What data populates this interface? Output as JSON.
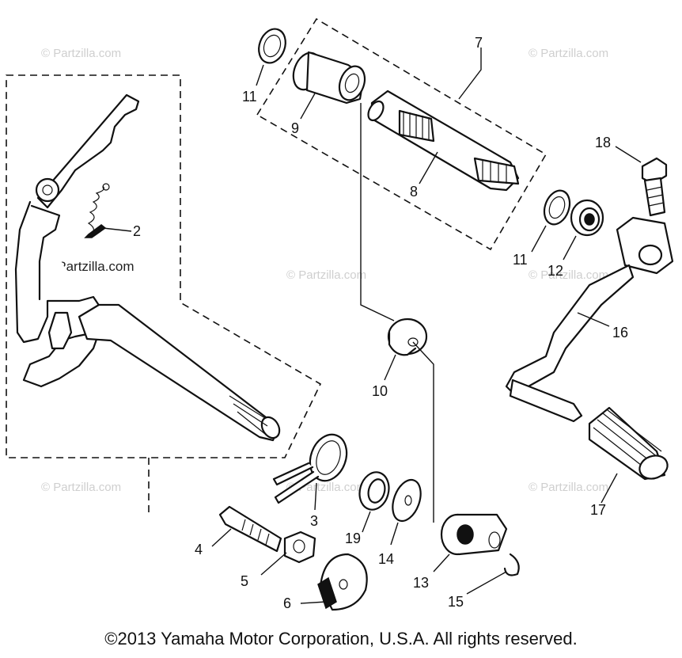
{
  "watermark": {
    "text": "© Partzilla.com",
    "strong_text": "© Partzilla.com"
  },
  "parts": [
    {
      "label": "2"
    },
    {
      "label": "3"
    },
    {
      "label": "4"
    },
    {
      "label": "5"
    },
    {
      "label": "6"
    },
    {
      "label": "7"
    },
    {
      "label": "8"
    },
    {
      "label": "9"
    },
    {
      "label": "10"
    },
    {
      "label": "11"
    },
    {
      "label": "11"
    },
    {
      "label": "12"
    },
    {
      "label": "13"
    },
    {
      "label": "14"
    },
    {
      "label": "15"
    },
    {
      "label": "16"
    },
    {
      "label": "17"
    },
    {
      "label": "18"
    },
    {
      "label": "19"
    }
  ],
  "copyright": "©2013 Yamaha Motor Corporation, U.S.A. All rights reserved."
}
